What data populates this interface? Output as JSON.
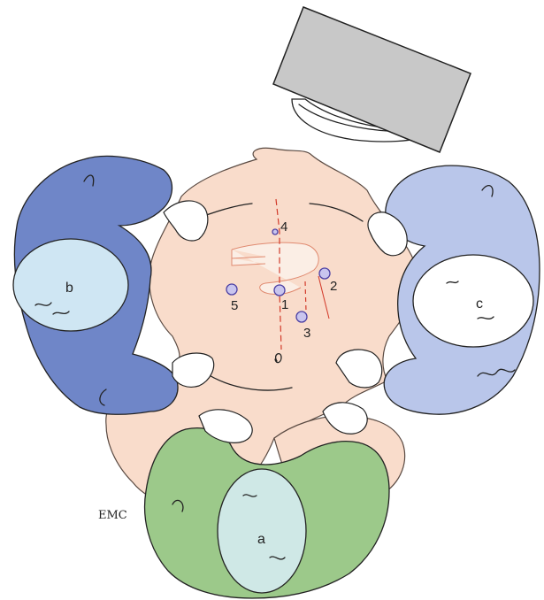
{
  "ports": [
    {
      "label": "1"
    },
    {
      "label": "2"
    },
    {
      "label": "3"
    },
    {
      "label": "4"
    },
    {
      "label": "5"
    }
  ],
  "people": [
    {
      "label": "a"
    },
    {
      "label": "b"
    },
    {
      "label": "c"
    }
  ],
  "signature": "EMC",
  "colors": {
    "skin": "#f9dccb",
    "skin_stroke": "#5a4a42",
    "surgeon_a_gown": "#9cc98a",
    "surgeon_a_head": "#cfe8e6",
    "assistant_b_gown": "#6f86c8",
    "assistant_b_head": "#cfe6f3",
    "assistant_c_gown": "#b9c6ea",
    "assistant_c_head": "#ffffff",
    "monitor": "#c8c8c8",
    "port_fill": "#c9c5ee",
    "port_stroke": "#4b3fa3",
    "incision": "#d23a2a"
  }
}
